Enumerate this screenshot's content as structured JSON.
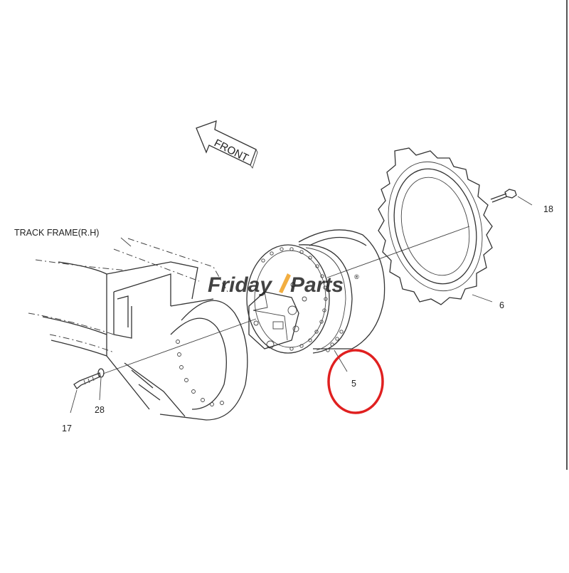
{
  "labels": {
    "front": "FRONT",
    "track_frame": "TRACK FRAME(R.H)",
    "part_5": "5",
    "part_6": "6",
    "part_17": "17",
    "part_18": "18",
    "part_28": "28"
  },
  "watermark": {
    "word1": "Friday",
    "word2": "Parts",
    "reg": "®",
    "color_blue": "#3a6fc4",
    "color_orange": "#f0a020"
  },
  "highlight": {
    "target": "5",
    "color": "#e02020"
  },
  "icons": {
    "front_arrow": "arrow-left-icon"
  }
}
